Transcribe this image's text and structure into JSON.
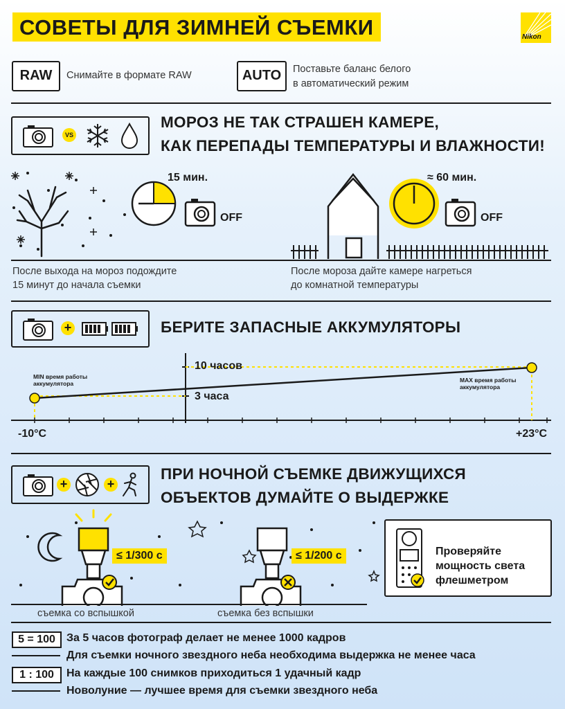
{
  "title": "СОВЕТЫ ДЛЯ ЗИМНЕЙ СЪЕМКИ",
  "brand": "Nikon",
  "tips": [
    {
      "tag": "RAW",
      "text": "Снимайте в формате RAW"
    },
    {
      "tag": "AUTO",
      "line1": "Поставьте баланс белого",
      "line2": "в автоматический режим"
    }
  ],
  "frost": {
    "vs": "VS",
    "heading1": "МОРОЗ НЕ ТАК СТРАШЕН КАМЕРЕ,",
    "heading2": "КАК ПЕРЕПАДЫ ТЕМПЕРАТУРЫ И ВЛАЖНОСТИ!",
    "left_time": "15 мин.",
    "right_time": "≈ 60 мин.",
    "off": "OFF",
    "left_caption1": "После выхода на мороз подождите",
    "left_caption2": "15 минут до начала съемки",
    "right_caption1": "После мороза дайте камере нагреться",
    "right_caption2": "до комнатной температуры"
  },
  "battery": {
    "heading": "БЕРИТЕ ЗАПАСНЫЕ АККУМУЛЯТОРЫ",
    "plus": "+",
    "min_label1": "MIN время работы",
    "min_label2": "аккумулятора",
    "max_label1": "MAX время работы",
    "max_label2": "аккумулятора",
    "high": "10 часов",
    "low": "3 часа",
    "x_left": "-10°C",
    "x_right": "+23°C"
  },
  "night": {
    "heading1": "ПРИ НОЧНОЙ СЪЕМКЕ ДВИЖУЩИХСЯ",
    "heading2": "ОБЪЕКТОВ ДУМАЙТЕ О ВЫДЕРЖКЕ",
    "flash_shutter": "≤ 1/300 с",
    "noflash_shutter": "≤ 1/200 с",
    "flash_caption": "съемка со вспышкой",
    "noflash_caption": "съемка без вспышки",
    "meter1": "Проверяйте",
    "meter2": "мощность света",
    "meter3": "флешметром"
  },
  "facts": [
    {
      "key": "5 = 100",
      "text": "За 5 часов фотограф делает не менее 1000 кадров"
    },
    {
      "key": "",
      "text": "Для съемки ночного звездного неба необходима выдержка не менее часа"
    },
    {
      "key": "1 : 100",
      "text": "На каждые 100 снимков приходиться 1 удачный кадр"
    },
    {
      "key": "",
      "text": "Новолуние — лучшее время для съемки звездного неба"
    }
  ]
}
